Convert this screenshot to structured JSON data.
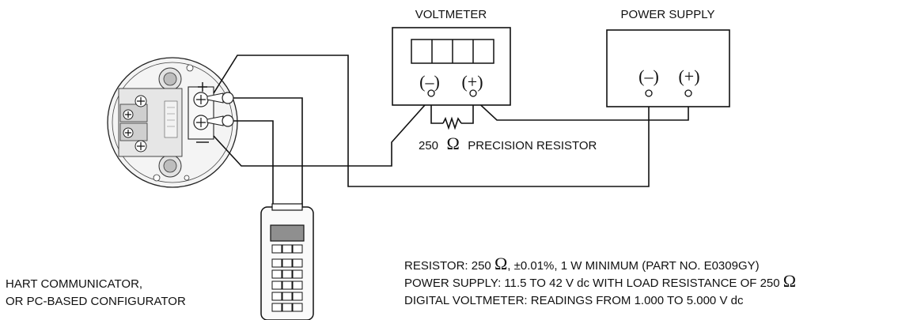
{
  "voltmeter": {
    "title": "VOLTMETER",
    "neg": "(–)",
    "pos": "(+)"
  },
  "power_supply": {
    "title": "POWER SUPPLY",
    "neg": "(–)",
    "pos": "(+)"
  },
  "resistor": {
    "value": "250",
    "omega": "Ω",
    "label": "PRECISION RESISTOR"
  },
  "communicator": {
    "line1": "HART COMMUNICATOR,",
    "line2": "OR PC-BASED CONFIGURATOR"
  },
  "notes": [
    {
      "text": "RESISTOR: 250 ",
      "omega": "Ω",
      "tail": ", ±0.01%, 1 W MINIMUM (PART NO. E0309GY)"
    },
    {
      "text": "POWER SUPPLY: 11.5 TO 42 V dc WITH LOAD RESISTANCE OF 250 ",
      "omega": "Ω",
      "tail": ""
    },
    {
      "text": "DIGITAL VOLTMETER: READINGS FROM 1.000 TO 5.000 V dc",
      "omega": "",
      "tail": ""
    }
  ]
}
